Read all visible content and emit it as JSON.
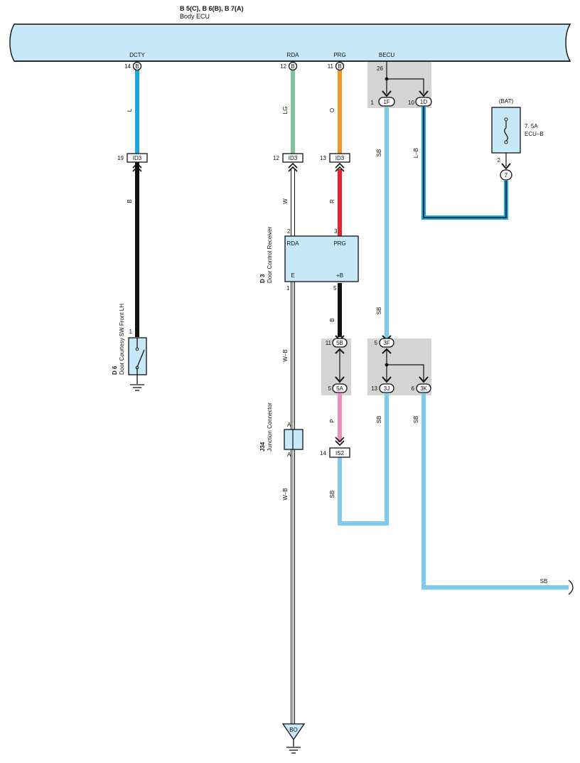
{
  "ecu": {
    "title": "B 5(C), B 6(B), B 7(A)",
    "subtitle": "Body ECU",
    "pins": [
      {
        "label": "DCTY",
        "number": "14",
        "connector": "B"
      },
      {
        "label": "RDA",
        "number": "12",
        "connector": "B"
      },
      {
        "label": "PRG",
        "number": "11",
        "connector": "B"
      },
      {
        "label": "BECU",
        "number": "26"
      }
    ]
  },
  "junction_block_top": {
    "left": {
      "number": "1",
      "connector": "1F"
    },
    "right": {
      "number": "10",
      "connector": "1D"
    }
  },
  "fuse": {
    "source": "(BAT)",
    "rating": "7. 5A",
    "name": "ECU–B",
    "pin": "2",
    "connector": "7"
  },
  "wires": {
    "dcty_top": "L",
    "dcty_bottom": "B",
    "rda_top": "LG",
    "rda_mid": "W",
    "rda_low": "W–B",
    "rda_bottom": "W–B",
    "prg_top": "O",
    "prg_mid": "R",
    "plusb": "B",
    "pink": "P",
    "sb_lower": "SB",
    "becu_upper": "SB",
    "becu_mid": "SB",
    "becu_lower": "SB",
    "fuse_lead": "L–B",
    "branch_3k": "SB",
    "bottom_run": "SB"
  },
  "inline_connectors": [
    {
      "number": "19",
      "name": "ID3"
    },
    {
      "number": "12",
      "name": "ID3"
    },
    {
      "number": "13",
      "name": "ID3"
    },
    {
      "number": "14",
      "name": "IS2"
    }
  ],
  "door_switch": {
    "code": "D 6",
    "name": "Door Courtesy SW Front LH",
    "pin": "1"
  },
  "receiver": {
    "code": "D 3",
    "name": "Door Control Receiver",
    "terminals": {
      "rda": "RDA",
      "prg": "PRG",
      "e": "E",
      "plusb": "+B"
    },
    "pins": {
      "rda": "2",
      "prg": "3",
      "e": "1",
      "plusb": "5"
    }
  },
  "splice_5": {
    "top": {
      "number": "11",
      "connector": "5B"
    },
    "bottom": {
      "number": "5",
      "connector": "5A"
    }
  },
  "splice_3": {
    "top": {
      "number": "5",
      "connector": "3F"
    },
    "left": {
      "number": "13",
      "connector": "3J"
    },
    "right": {
      "number": "6",
      "connector": "3K"
    }
  },
  "junction_connector": {
    "code": "J34",
    "name": "Junction Connector",
    "top": "A",
    "bottom": "A"
  },
  "ground": {
    "label": "BO"
  }
}
